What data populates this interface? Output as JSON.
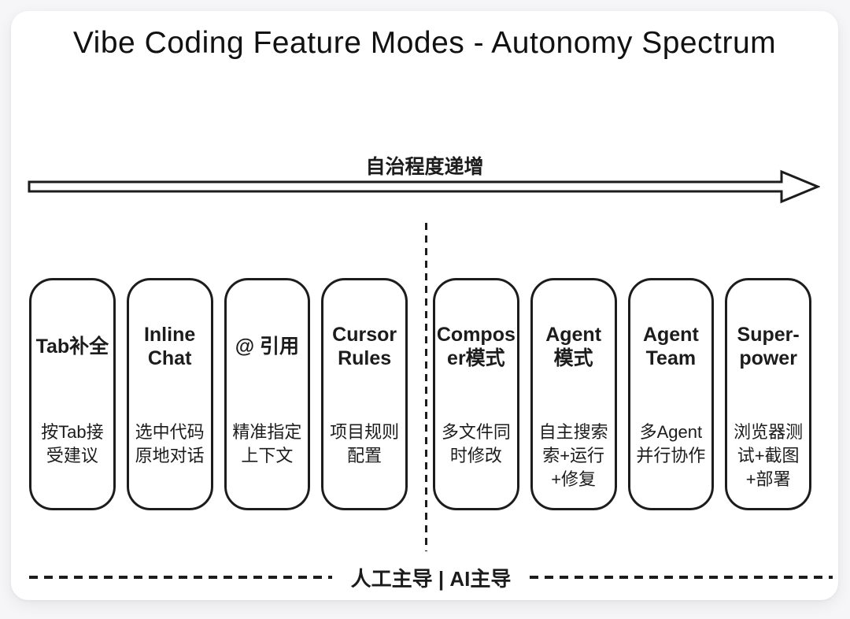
{
  "title": "Vibe Coding Feature Modes - Autonomy Spectrum",
  "arrow": {
    "label": "自治程度递增"
  },
  "cards": [
    {
      "id": "tab-completion",
      "title": "Tab补全",
      "desc": "按Tab接\n受建议"
    },
    {
      "id": "inline-chat",
      "title": "Inline\nChat",
      "desc": "选中代码\n原地对话"
    },
    {
      "id": "at-reference",
      "title": "@ 引用",
      "desc": "精准指定\n上下文"
    },
    {
      "id": "cursor-rules",
      "title": "Cursor\nRules",
      "desc": "项目规则\n配置"
    },
    {
      "id": "composer-mode",
      "title": "Compos\ner模式",
      "desc": "多文件同\n时修改"
    },
    {
      "id": "agent-mode",
      "title": "Agent\n模式",
      "desc": "自主搜索\n索+运行\n+修复"
    },
    {
      "id": "agent-team",
      "title": "Agent\nTeam",
      "desc": "多Agent\n并行协作"
    },
    {
      "id": "superpower",
      "title": "Super-\npower",
      "desc": "浏览器测\n试+截图\n+部署"
    }
  ],
  "footer": {
    "label": "人工主导 | AI主导"
  },
  "colors": {
    "ink": "#1c1c1c",
    "panel": "#ffffff",
    "background": "#f6f6f8"
  }
}
